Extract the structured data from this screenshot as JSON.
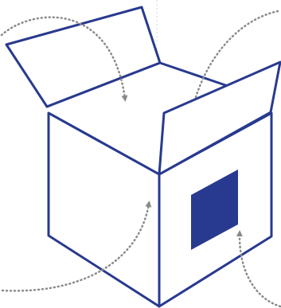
{
  "diagram": {
    "subject": "open-cardboard-box",
    "colors": {
      "outline": "#283a8f",
      "panel_fill": "#ffffff",
      "label_square": "#283a8f",
      "pointer": "#8a8a8a",
      "background": "#ffffff"
    },
    "pointers": [
      {
        "id": "pointer-top-left",
        "target": "box-interior",
        "arrowhead": true
      },
      {
        "id": "pointer-top-right",
        "target": "box-back-wall",
        "arrowhead": false
      },
      {
        "id": "pointer-bottom-left",
        "target": "box-front-left-panel",
        "arrowhead": true
      },
      {
        "id": "pointer-bottom-right",
        "target": "box-label-square",
        "arrowhead": true
      }
    ]
  }
}
